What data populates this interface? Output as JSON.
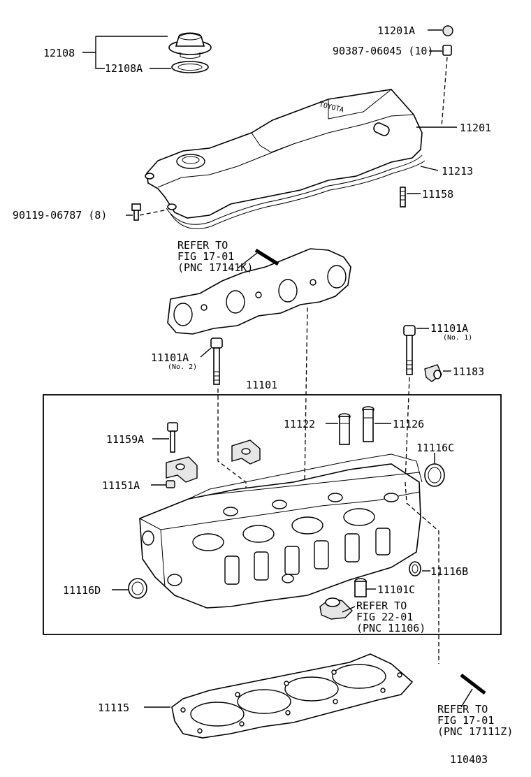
{
  "labels": {
    "oil_cap_group": "12108",
    "oil_cap_gasket": "12108A",
    "cover_seal": "11201A",
    "cover_stud": "90387-06045 (10)",
    "head_cover": "11201",
    "cover_gasket": "11213",
    "stud_11158": "11158",
    "cover_bolt": "90119-06787 (8)",
    "refer_manifold_1": "REFER TO",
    "refer_manifold_2": "FIG 17-01",
    "refer_manifold_3": "(PNC 17141K)",
    "head_bolt_no1": "11101A",
    "head_bolt_no1_note": "(No. 1)",
    "plug_11183": "11183",
    "head_bolt_no2": "11101A",
    "head_bolt_no2_note": "(No. 2)",
    "head_assembly": "11101",
    "guide_11122": "11122",
    "guide_11126": "11126",
    "bolt_11159a": "11159A",
    "plug_11116c": "11116C",
    "nut_11151a": "11151A",
    "plug_11116d": "11116D",
    "plug_11116b": "11116B",
    "pin_11101c": "11101C",
    "refer_sensor_1": "REFER TO",
    "refer_sensor_2": "FIG 22-01",
    "refer_sensor_3": "(PNC 11106)",
    "head_gasket": "11115",
    "refer_stud_1": "REFER TO",
    "refer_stud_2": "FIG 17-01",
    "refer_stud_3": "(PNC 17111Z)",
    "figure_number": "110403"
  }
}
